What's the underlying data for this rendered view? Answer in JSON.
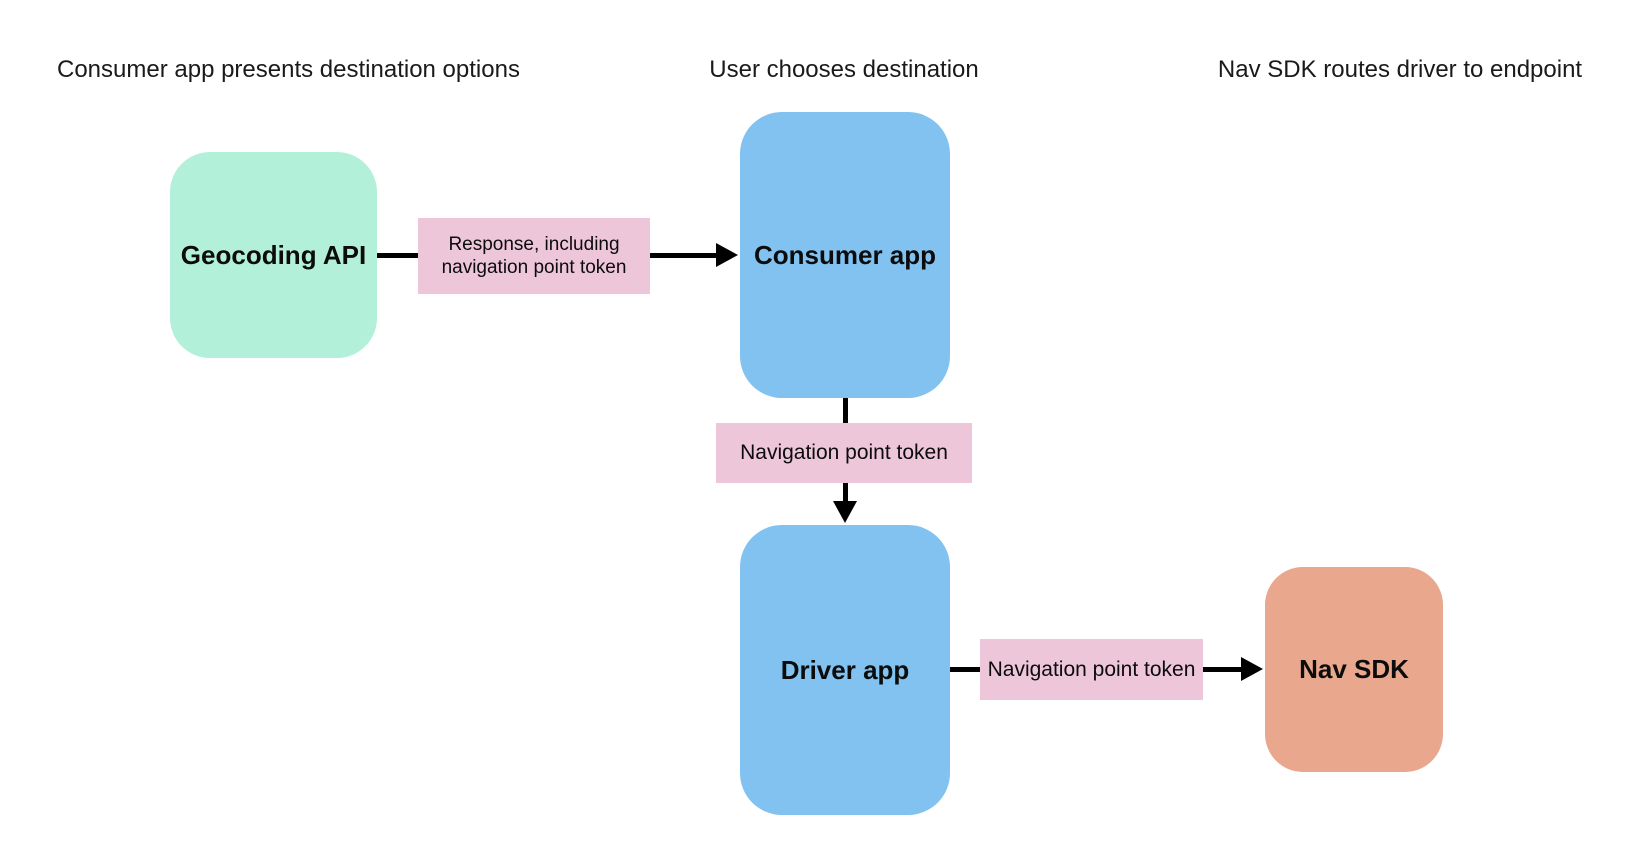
{
  "diagram": {
    "background_color": "#ffffff",
    "text_color": "#1a1a1a",
    "connector_color": "#000000",
    "headers": [
      {
        "label": "Consumer app presents destination options"
      },
      {
        "label": "User chooses destination"
      },
      {
        "label": "Nav SDK routes driver to endpoint"
      }
    ],
    "nodes": [
      {
        "id": "geocoding-api",
        "label": "Geocoding API",
        "color": "#b2f0d9"
      },
      {
        "id": "consumer-app",
        "label": "Consumer app",
        "color": "#81c2f0"
      },
      {
        "id": "driver-app",
        "label": "Driver app",
        "color": "#81c2f0"
      },
      {
        "id": "nav-sdk",
        "label": "Nav SDK",
        "color": "#e9a78e"
      }
    ],
    "edge_labels": [
      {
        "id": "response-including-navigation-point-token",
        "label": "Response, including navigation point token",
        "color": "#edc6da"
      },
      {
        "id": "navigation-point-token-to-driver",
        "label": "Navigation point token",
        "color": "#edc6da"
      },
      {
        "id": "navigation-point-token-to-navsdk",
        "label": "Navigation point token",
        "color": "#edc6da"
      }
    ]
  }
}
